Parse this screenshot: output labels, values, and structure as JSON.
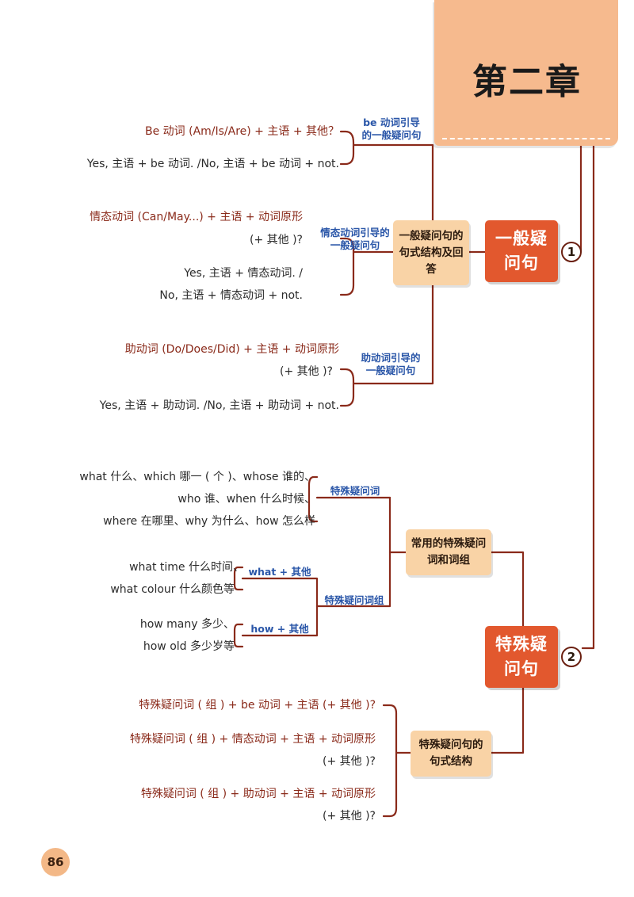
{
  "chapter": {
    "title": "第二章"
  },
  "page_number": "86",
  "section1": {
    "label": "一般疑问句",
    "circle": "1",
    "structure_node": "一般疑问句的句式结构及回答",
    "be_label": "be 动词引导的一般疑问句",
    "be_q": "Be 动词 (Am/Is/Are) + 主语 + 其他？",
    "be_a": "Yes, 主语 + be 动词. /No, 主语 + be 动词 + not.",
    "modal_label": "情态动词引导的一般疑问句",
    "modal_q1": "情态动词 (Can/May...) + 主语 + 动词原形",
    "modal_q2": "(+ 其他 )?",
    "modal_a1": "Yes, 主语 + 情态动词. /",
    "modal_a2": "No, 主语 + 情态动词 + not.",
    "aux_label": "助动词引导的一般疑问句",
    "aux_q1": "助动词 (Do/Does/Did) + 主语 + 动词原形",
    "aux_q2": "(+ 其他 )?",
    "aux_a": "Yes, 主语 + 助动词. /No, 主语 + 助动词 + not."
  },
  "section2": {
    "label": "特殊疑问句",
    "circle": "2",
    "common_node": "常用的特殊疑问词和词组",
    "words_label": "特殊疑问词",
    "words1": "what 什么、which 哪一 ( 个 )、whose 谁的、",
    "words2": "who 谁、when 什么时候、",
    "words3": "where 在哪里、why 为什么、how 怎么样",
    "phrases_label": "特殊疑问词组",
    "what_label": "what + 其他",
    "what1": "what time 什么时间、",
    "what2": "what colour 什么颜色等",
    "how_label": "how + 其他",
    "how1": "how many 多少、",
    "how2": "how old 多少岁等",
    "structure_node": "特殊疑问句的句式结构",
    "s1": "特殊疑问词 ( 组 ) + be 动词 + 主语 (+ 其他 )?",
    "s2a": "特殊疑问词 ( 组 ) + 情态动词 + 主语 + 动词原形",
    "s2b": "(+ 其他 )?",
    "s3a": "特殊疑问词 ( 组 ) + 助动词 + 主语 + 动词原形",
    "s3b": "(+ 其他 )?"
  },
  "colors": {
    "line": "#8a2a1a",
    "main_node": "#e2582e",
    "sub_node": "#f9d3a6",
    "label_blue": "#2a56a8",
    "banner": "#f6ba8e"
  }
}
